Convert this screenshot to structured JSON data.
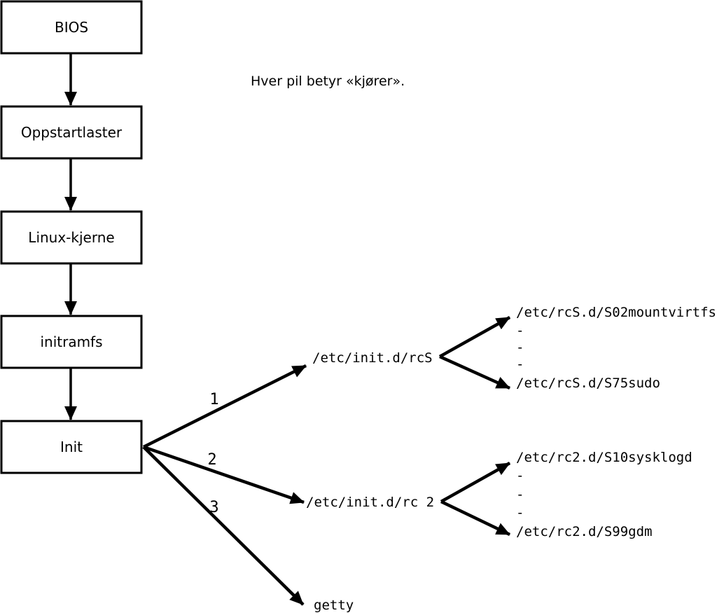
{
  "diagram": {
    "note": "Hver pil betyr «kjører».",
    "boot_chain": [
      {
        "label": "BIOS"
      },
      {
        "label": "Oppstartlaster"
      },
      {
        "label": "Linux-kjerne"
      },
      {
        "label": "initramfs"
      },
      {
        "label": "Init"
      }
    ],
    "init_branches": [
      {
        "number": "1",
        "target": "/etc/init.d/rcS"
      },
      {
        "number": "2",
        "target": "/etc/init.d/rc 2"
      },
      {
        "number": "3",
        "target": "getty"
      }
    ],
    "rcS_scripts": [
      "/etc/rcS.d/S02mountvirtfs",
      "-",
      "-",
      "-",
      "/etc/rcS.d/S75sudo"
    ],
    "rc2_scripts": [
      "/etc/rc2.d/S10sysklogd",
      "-",
      "-",
      "-",
      "/etc/rc2.d/S99gdm"
    ],
    "colors": {
      "ink": "#000000",
      "background": "#ffffff"
    }
  }
}
